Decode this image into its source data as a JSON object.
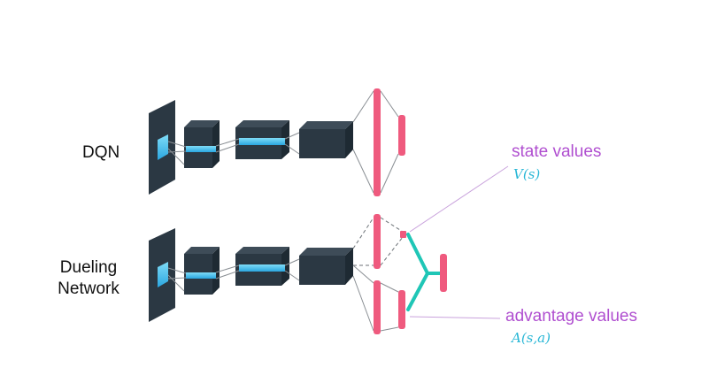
{
  "labels": {
    "dqn": "DQN",
    "dueling_line1": "Dueling",
    "dueling_line2": "Network"
  },
  "annotations": {
    "state_values": "state values",
    "state_values_formula": "V(s)",
    "advantage_values": "advantage values",
    "advantage_values_formula": "A(s,a)"
  },
  "colors": {
    "block_dark": "#2b3843",
    "block_top": "#3e4c58",
    "block_side": "#1e2a33",
    "feature_cyan": "#2fb6e8",
    "fc_pink": "#ef5a7e",
    "combine_teal": "#1fc6b6",
    "annotation_purple": "#b04fd0",
    "formula_cyan": "#29b7d6"
  }
}
